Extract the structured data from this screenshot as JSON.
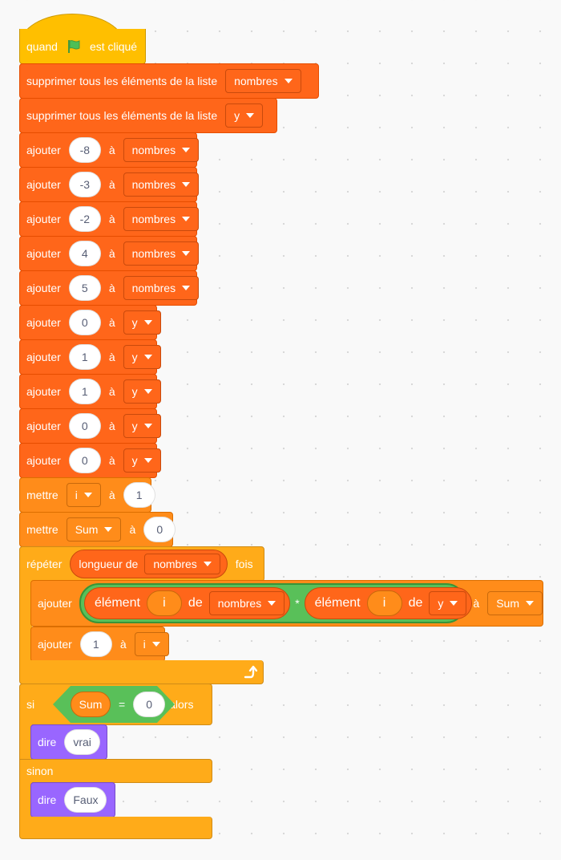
{
  "event": {
    "when": "quand",
    "clicked": "est cliqué"
  },
  "list_ops": {
    "delete_all": "supprimer tous les éléments de la liste",
    "add": "ajouter",
    "to": "à",
    "item": "élément",
    "of": "de",
    "length_of": "longueur de"
  },
  "lists": {
    "numbers": "nombres",
    "y": "y"
  },
  "add_values": [
    "-8",
    "-3",
    "-2",
    "4",
    "5",
    "0",
    "1",
    "1",
    "0",
    "0"
  ],
  "vars": {
    "i": "i",
    "sum": "Sum"
  },
  "set_label": "mettre",
  "set_i_value": "1",
  "set_sum_value": "0",
  "repeat": {
    "label": "répéter",
    "times": "fois"
  },
  "add_i_by": "1",
  "multiply": "*",
  "equals": "=",
  "compare_value": "0",
  "if": {
    "if": "si",
    "then": "alors",
    "else": "sinon"
  },
  "say": {
    "label": "dire",
    "true_text": "vrai",
    "false_text": "Faux"
  },
  "colors": {
    "event": "#ffbf00",
    "list": "#ff661a",
    "variable": "#ff8c1a",
    "control": "#ffab19",
    "operator": "#59c059",
    "looks": "#9966ff"
  }
}
